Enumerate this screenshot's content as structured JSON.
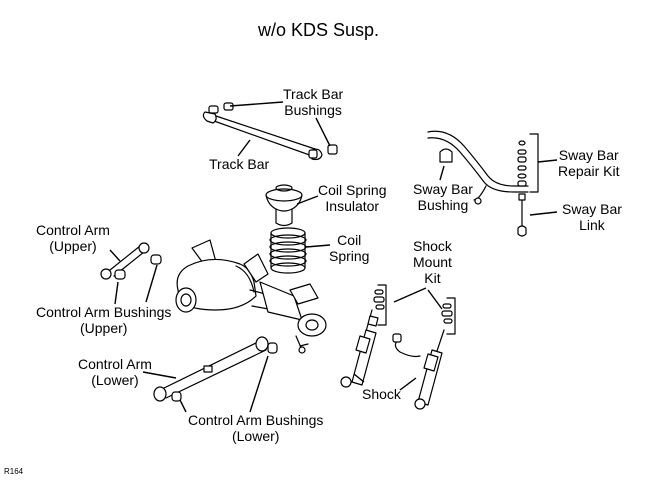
{
  "title": "w/o KDS Susp.",
  "figure_code": "R164",
  "labels": {
    "track_bar_bushings": [
      "Track Bar",
      "Bushings"
    ],
    "track_bar": [
      "Track Bar"
    ],
    "coil_spring_insulator": [
      "Coil Spring",
      "Insulator"
    ],
    "coil_spring": [
      "Coil",
      "Spring"
    ],
    "sway_bar_bushing": [
      "Sway Bar",
      "Bushing"
    ],
    "sway_bar_repair_kit": [
      "Sway Bar",
      "Repair Kit"
    ],
    "sway_bar_link": [
      "Sway Bar",
      "Link"
    ],
    "control_arm_upper": [
      "Control Arm",
      "(Upper)"
    ],
    "control_arm_bushings_upper": [
      "Control Arm Bushings",
      "(Upper)"
    ],
    "shock_mount_kit": [
      "Shock",
      "Mount",
      "Kit"
    ],
    "control_arm_lower": [
      "Control Arm",
      "(Lower)"
    ],
    "shock": [
      "Shock"
    ],
    "control_arm_bushings_lower": [
      "Control Arm Bushings",
      "(Lower)"
    ]
  }
}
